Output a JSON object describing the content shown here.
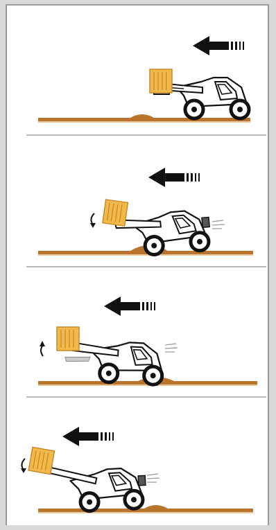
{
  "diagram": {
    "kind": "telehandler-bump-sequence",
    "colors": {
      "ground": "#b9742d",
      "ground_light": "#e1a25a",
      "bale": "#f1b84a",
      "bale_dark": "#c98a2a",
      "outline": "#111111",
      "arrow": "#111111",
      "divider": "#b8b8b8",
      "motion_lines": "#9a9a9a"
    },
    "panels": [
      {
        "step": 1,
        "direction": "left",
        "boom_state": "level",
        "tilt_arrow": "none"
      },
      {
        "step": 2,
        "direction": "left",
        "boom_state": "nose-down",
        "tilt_arrow": "down"
      },
      {
        "step": 3,
        "direction": "left",
        "boom_state": "nose-up",
        "tilt_arrow": "up"
      },
      {
        "step": 4,
        "direction": "left",
        "boom_state": "nose-down",
        "tilt_arrow": "down"
      }
    ],
    "icons": [
      "direction-arrow-icon",
      "telehandler-icon",
      "hay-bale-icon",
      "tilt-arrow-icon"
    ]
  }
}
